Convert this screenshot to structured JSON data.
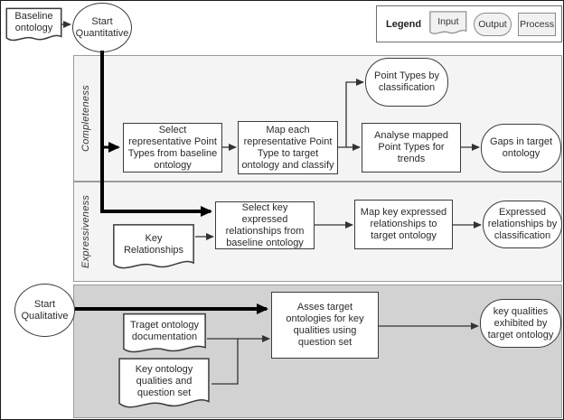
{
  "legend": {
    "title": "Legend",
    "input_label": "Input",
    "output_label": "Output",
    "process_label": "Process"
  },
  "lanes": {
    "completeness": "Completeness",
    "expressiveness": "Expressiveness"
  },
  "nodes": {
    "baseline_ontology": {
      "label": "Baseline ontology",
      "type": "input-document"
    },
    "start_quantitative": {
      "label": "Start Quantitative",
      "type": "start"
    },
    "select_representative": {
      "label": "Select representative Point Types from baseline ontology",
      "type": "process"
    },
    "map_each": {
      "label": "Map each representative Point Type to target ontology and classify",
      "type": "process"
    },
    "point_types_by_classification": {
      "label": "Point Types by classification",
      "type": "output"
    },
    "analyse_mapped": {
      "label": "Analyse mapped Point Types for trends",
      "type": "process"
    },
    "gaps_in_target": {
      "label": "Gaps in target ontology",
      "type": "output"
    },
    "key_relationships": {
      "label": "Key Relationships",
      "type": "input-document"
    },
    "select_key_expressed": {
      "label": "Select key expressed relationships from baseline ontology",
      "type": "process"
    },
    "map_key_expressed": {
      "label": "Map key expressed relationships to target ontology",
      "type": "process"
    },
    "expressed_relationships": {
      "label": "Expressed relationships by classification",
      "type": "output"
    },
    "start_qualitative": {
      "label": "Start Qualitative",
      "type": "start"
    },
    "target_ontology_documentation": {
      "label": "Traget ontology documentation",
      "type": "input-document"
    },
    "key_ontology_qualities": {
      "label": "Key ontology qualities and question set",
      "type": "input-document"
    },
    "asses_target": {
      "label": "Asses target ontologies for key qualities using question set",
      "type": "process"
    },
    "key_qualities_exhibited": {
      "label": "key qualities exhibited by target ontology",
      "type": "output"
    }
  },
  "colors": {
    "lane_light": "#f4f4f4",
    "lane_dark": "#d2d2d2",
    "shape_border": "#3b3b3b",
    "legend_fill": "#f1f1f1",
    "connector": "#333333",
    "thick_connector": "#000000"
  }
}
